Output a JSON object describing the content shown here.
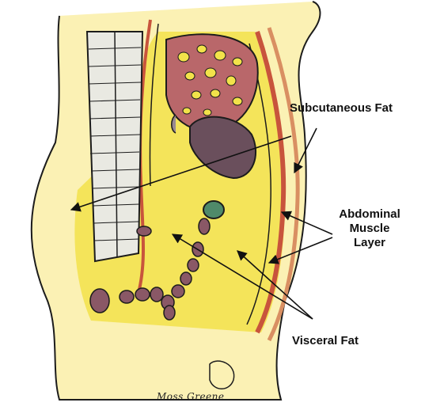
{
  "labels": {
    "subcutaneous_fat": "Subcutaneous Fat",
    "abdominal_muscle_layer": [
      "Abdominal",
      "Muscle",
      "Layer"
    ],
    "visceral_fat": "Visceral Fat"
  },
  "signature": "Moss Greene",
  "colors": {
    "fat": "#f2e24a",
    "fat_light": "#faf2a8",
    "muscle": "#c8543c",
    "skin": "#d98f62",
    "liver": "#b9676a",
    "stomach": "#6a4f5c",
    "spine": "#e9e9e2",
    "outline": "#1c1c1c"
  }
}
